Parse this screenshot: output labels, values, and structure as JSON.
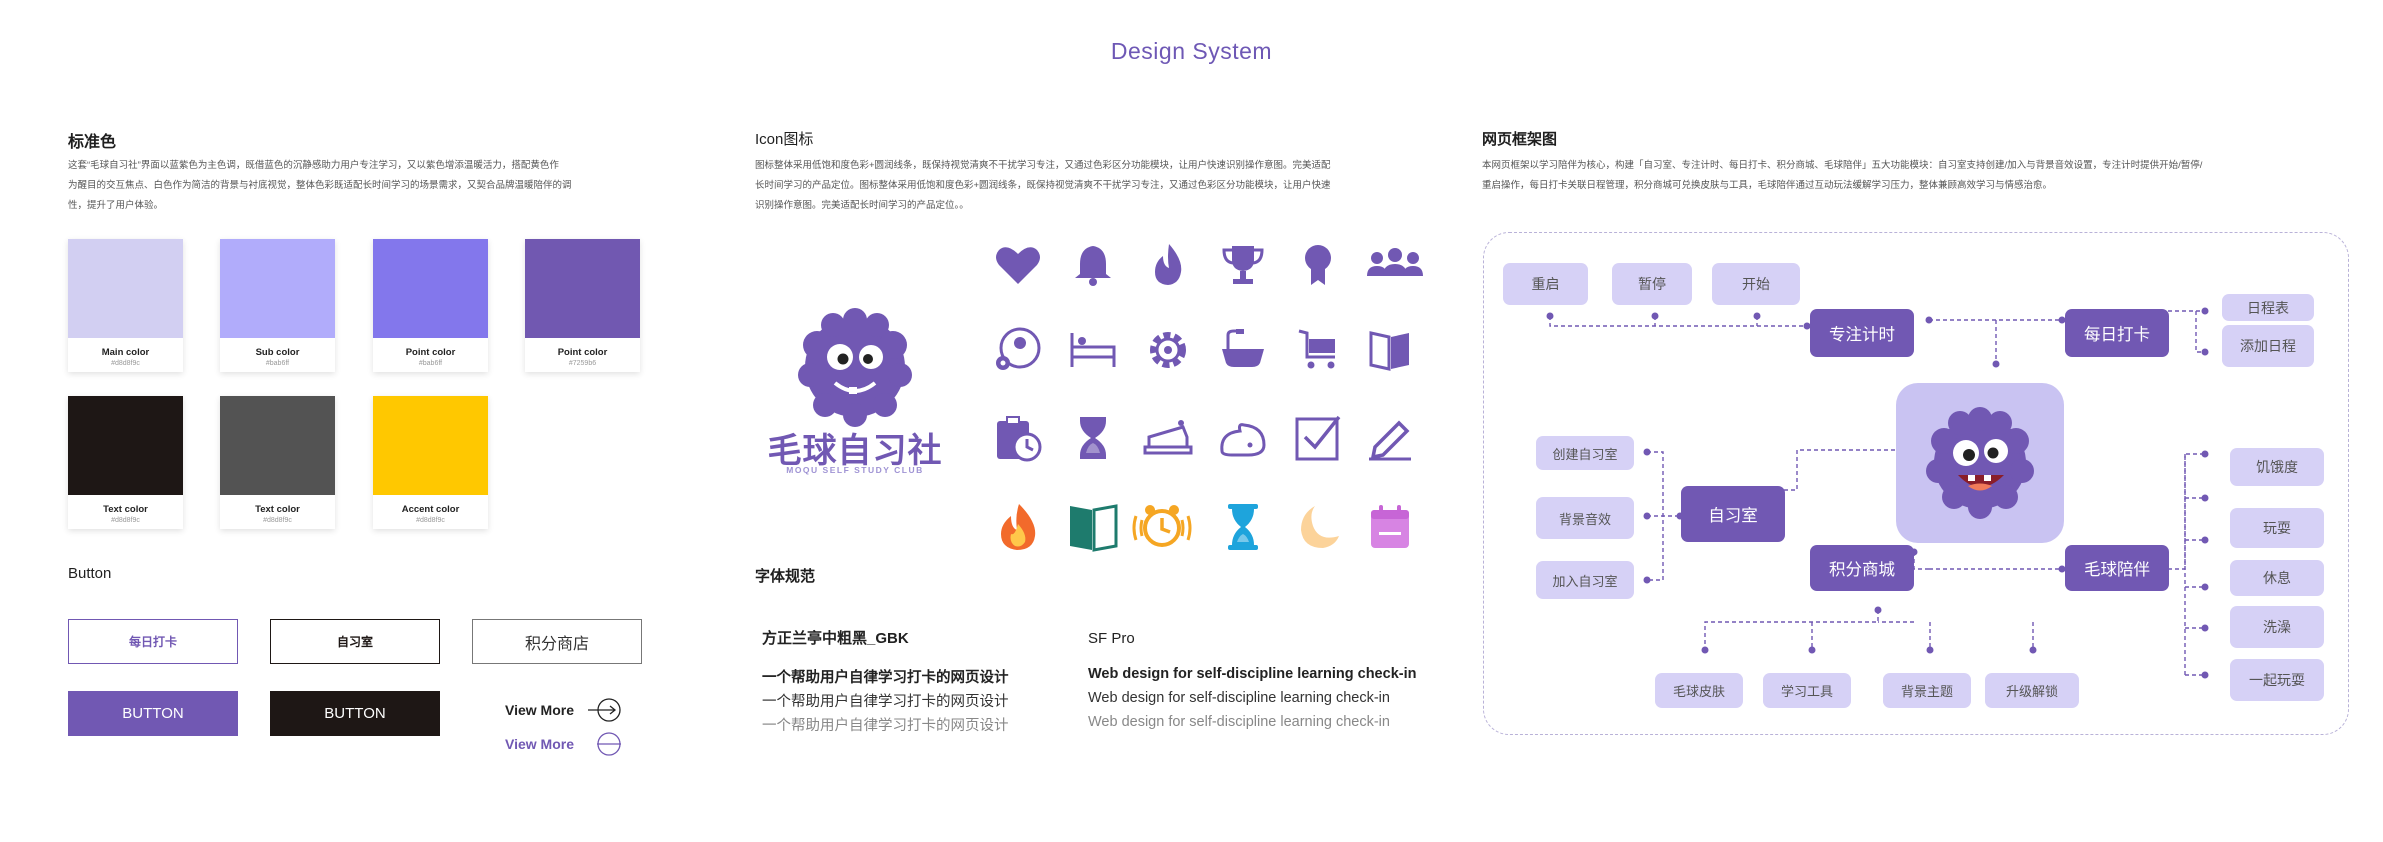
{
  "page_title": "Design System",
  "colors_section": {
    "title": "标准色",
    "description": [
      "这套“毛球自习社”界面以蓝紫色为主色调，既借蓝色的沉静感助力用户专注学习，又以紫色增添温暖活力，搭配黄色作",
      "为醒目的交互焦点、白色作为简洁的背景与衬底视觉，整体色彩既适配长时间学习的场景需求，又契合品牌温暖陪伴的调",
      "性，提升了用户体验。"
    ],
    "swatches": [
      {
        "name": "Main color",
        "hex": "#d8d8f9c",
        "color": "#d2cff2"
      },
      {
        "name": "Sub color",
        "hex": "#bab6ff",
        "color": "#b1acfb"
      },
      {
        "name": "Point color",
        "hex": "#bab6ff",
        "color": "#8377ec"
      },
      {
        "name": "Point color",
        "hex": "#7259b6",
        "color": "#7158b1"
      },
      {
        "name": "Text color",
        "hex": "#d8d8f9c",
        "color": "#1e1715"
      },
      {
        "name": "Text color",
        "hex": "#d8d8f9c",
        "color": "#535353"
      },
      {
        "name": "Accent color",
        "hex": "#d8d8f9c",
        "color": "#ffc800"
      }
    ]
  },
  "button_section": {
    "title": "Button",
    "btn_daily": "每日打卡",
    "btn_study_room": "自习室",
    "btn_points_store": "积分商店",
    "btn_purple": "BUTTON",
    "btn_black": "BUTTON",
    "view_more_1": "View More",
    "view_more_2": "View More"
  },
  "icon_section": {
    "title": "Icon图标",
    "description": [
      "图标整体采用低饱和度色彩+圆润线条，既保持视觉清爽不干扰学习专注，又通过色彩区分功能模块，让用户快速识别操作意图。完美适配",
      "长时间学习的产品定位。图标整体采用低饱和度色彩+圆润线条，既保持视觉清爽不干扰学习专注，又通过色彩区分功能模块，让用户快速",
      "识别操作意图。完美适配长时间学习的产品定位。。"
    ],
    "logo_text": "毛球自习社",
    "logo_sub": "MOQU SELF STUDY CLUB",
    "icons": [
      "heart-icon",
      "bell-icon",
      "flame-icon",
      "trophy-icon",
      "medal-icon",
      "group-icon",
      "user-settings-icon",
      "bed-icon",
      "gear-icon",
      "bathtub-icon",
      "cart-icon",
      "book-icon",
      "clipboard-clock-icon",
      "hourglass-icon",
      "cake-icon",
      "bun-icon",
      "checkbox-icon",
      "pencil-icon",
      "fire-color-icon",
      "open-book-color-icon",
      "alarm-clock-color-icon",
      "hourglass-color-icon",
      "moon-color-icon",
      "calendar-color-icon"
    ]
  },
  "font_section": {
    "title": "字体规范",
    "font_cn": "方正兰亭中粗黑_GBK",
    "font_en": "SF Pro",
    "cn_sample": "一个帮助用户自律学习打卡的网页设计",
    "en_sample": "Web design for self-discipline learning check-in"
  },
  "framework_section": {
    "title": "网页框架图",
    "description": [
      "本网页框架以学习陪伴为核心，构建「自习室、专注计时、每日打卡、积分商城、毛球陪伴」五大功能模块：自习室支持创建/加入与背景音效设置，专注计时提供开始/暂停/",
      "重启操作，每日打卡关联日程管理，积分商城可兑换皮肤与工具，毛球陪伴通过互动玩法缓解学习压力，整体兼顾高效学习与情感治愈。"
    ],
    "nodes": {
      "restart": "重启",
      "pause": "暂停",
      "start": "开始",
      "focus_timer": "专注计时",
      "daily_checkin": "每日打卡",
      "schedule_table": "日程表",
      "add_schedule": "添加日程",
      "create_room": "创建自习室",
      "bg_sound": "背景音效",
      "join_room": "加入自习室",
      "study_room": "自习室",
      "points_mall": "积分商城",
      "fur_companion": "毛球陪伴",
      "hunger": "饥饿度",
      "play": "玩耍",
      "rest": "休息",
      "bath": "洗澡",
      "play_together": "一起玩耍",
      "skin": "毛球皮肤",
      "tools": "学习工具",
      "bg_theme": "背景主题",
      "upgrade": "升级解锁"
    }
  },
  "palette": {
    "brand_purple": "#7158b3",
    "light_purple": "#d6d1f6",
    "accent_yellow": "#ffc800",
    "text_dark": "#1e1715"
  }
}
